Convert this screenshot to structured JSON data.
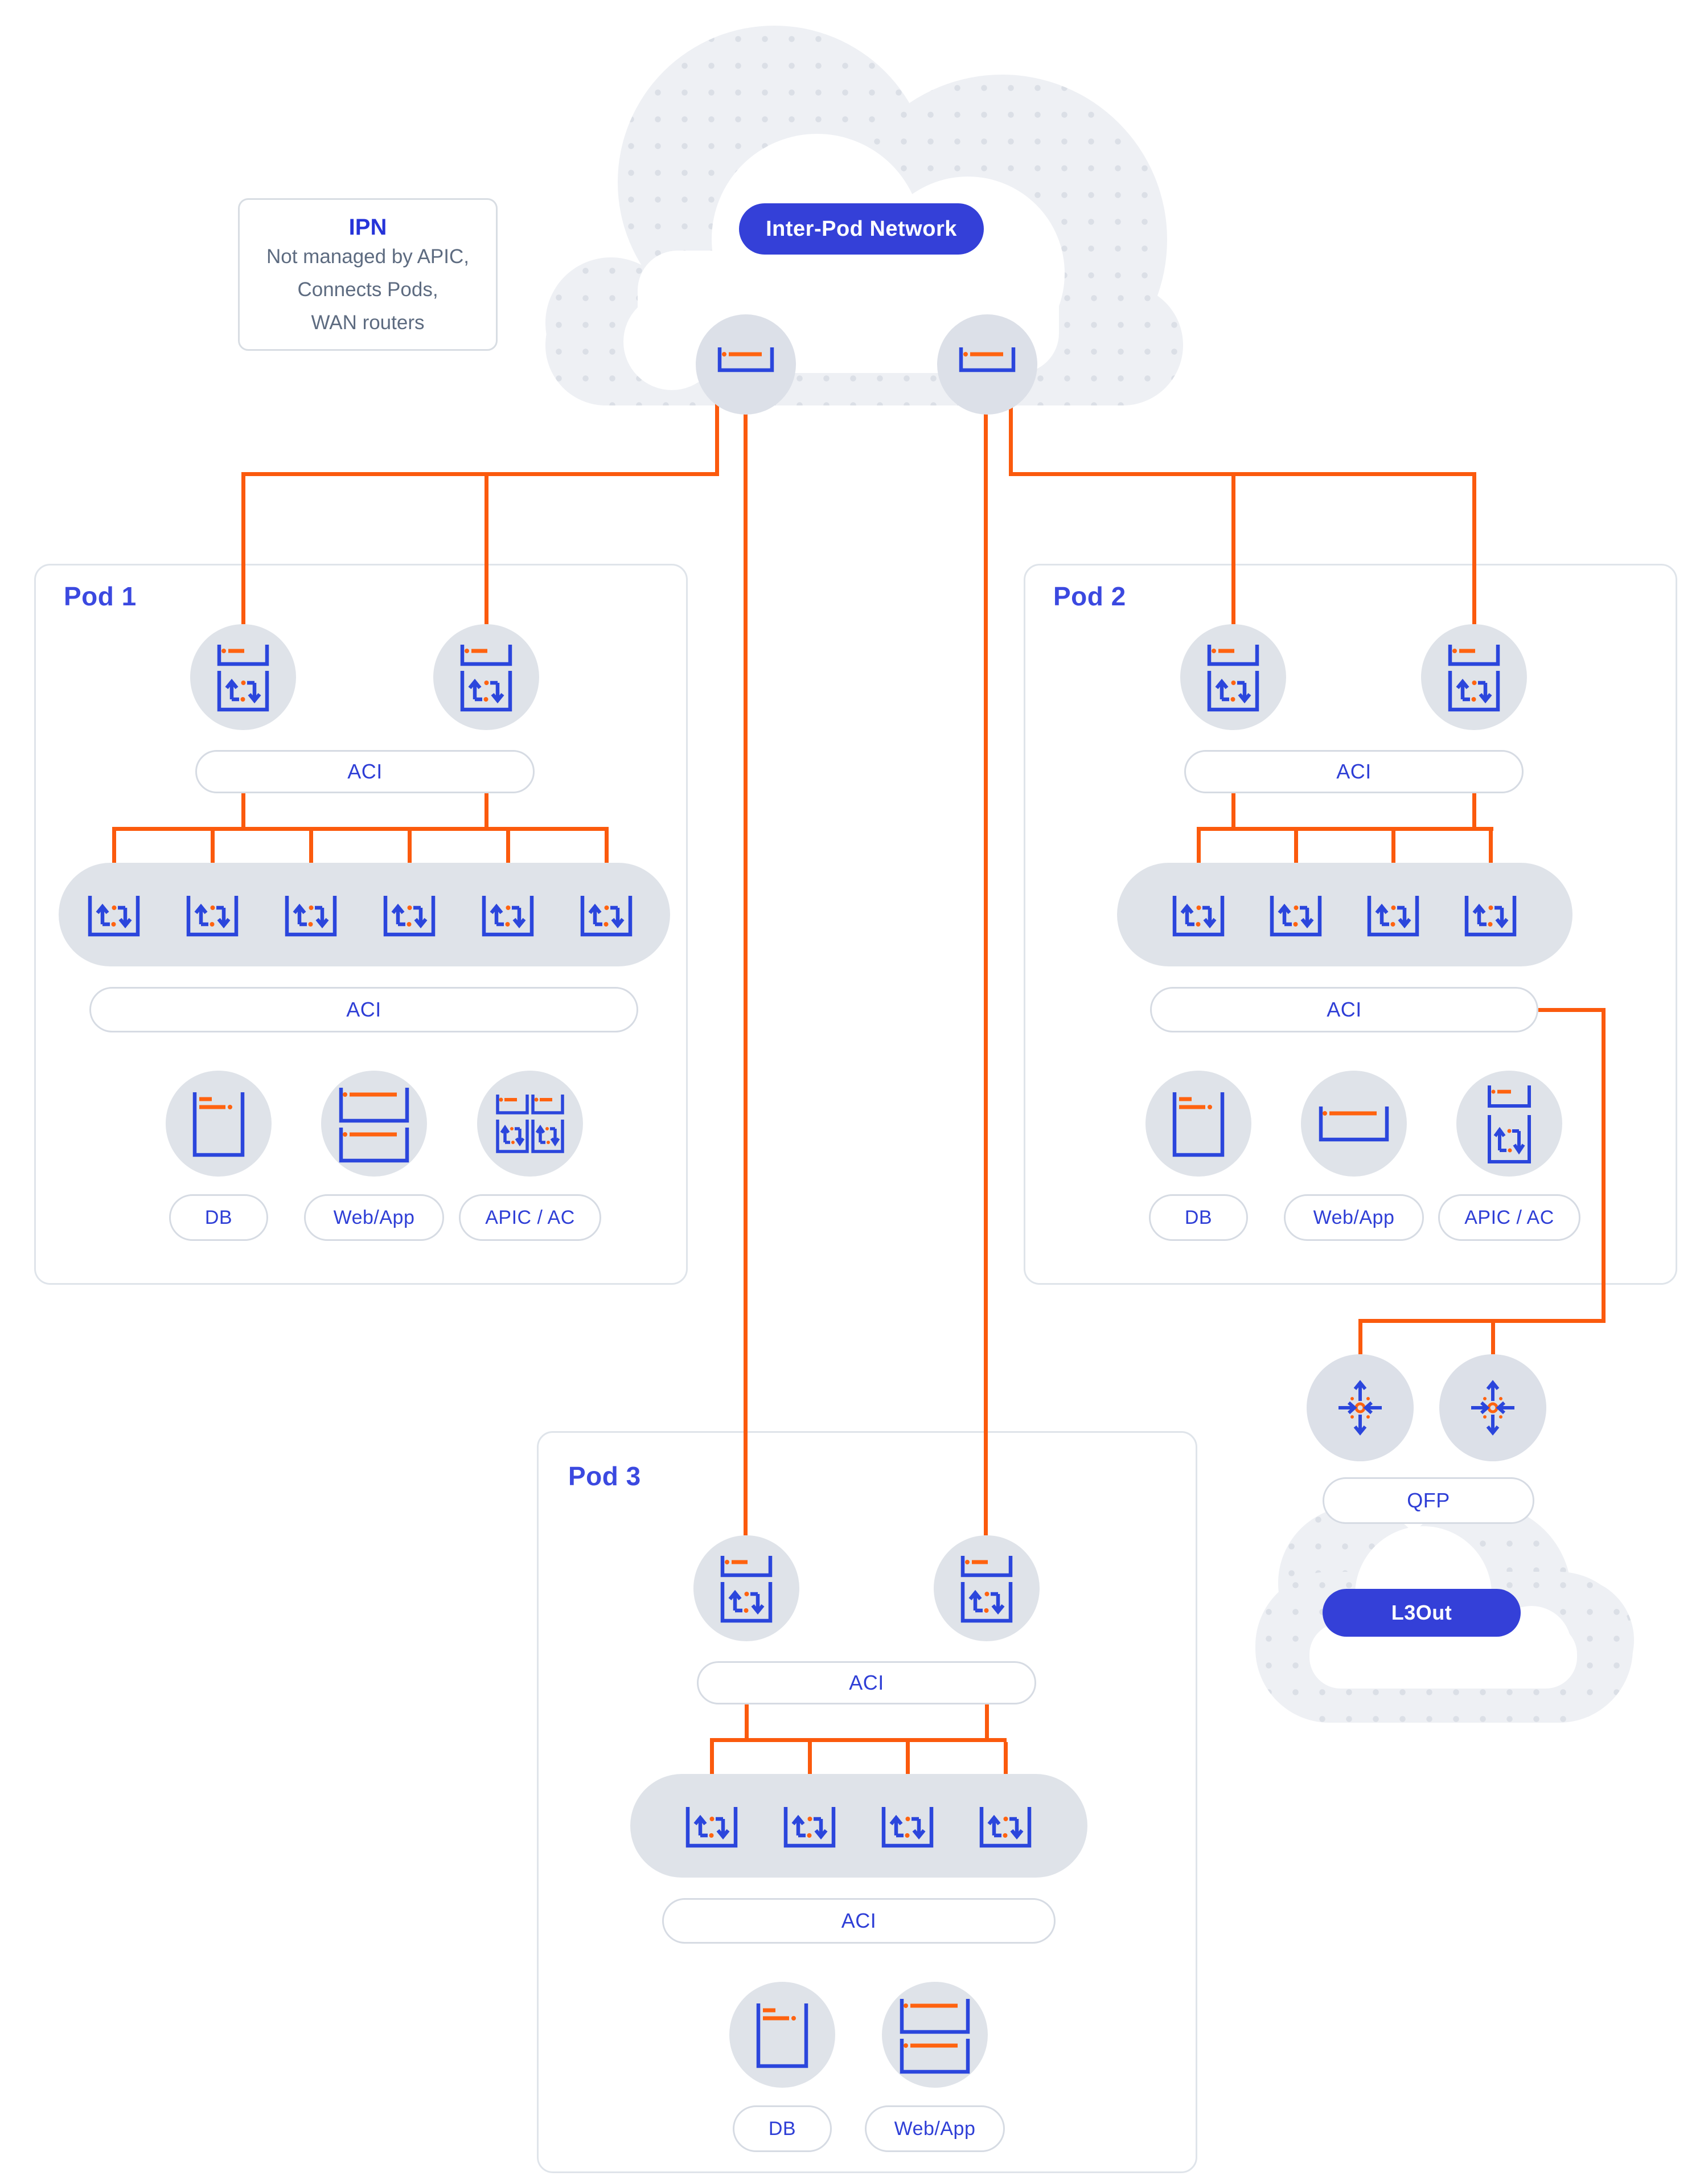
{
  "cloud": {
    "label": "Inter-Pod Network"
  },
  "ipn_note": {
    "title": "IPN",
    "lines": [
      "Not managed by APIC,",
      "Connects Pods,",
      "WAN routers"
    ]
  },
  "pods": [
    {
      "title": "Pod 1",
      "spine_fabric_label": "ACI",
      "leaf_fabric_label": "ACI",
      "spine_count": 2,
      "leaf_count": 6,
      "endpoints": [
        {
          "label": "DB"
        },
        {
          "label": "Web/App"
        },
        {
          "label": "APIC / AC"
        }
      ]
    },
    {
      "title": "Pod 2",
      "spine_fabric_label": "ACI",
      "leaf_fabric_label": "ACI",
      "spine_count": 2,
      "leaf_count": 4,
      "endpoints": [
        {
          "label": "DB"
        },
        {
          "label": "Web/App"
        },
        {
          "label": "APIC / AC"
        }
      ]
    },
    {
      "title": "Pod 3",
      "spine_fabric_label": "ACI",
      "leaf_fabric_label": "ACI",
      "spine_count": 2,
      "leaf_count": 4,
      "endpoints": [
        {
          "label": "DB"
        },
        {
          "label": "Web/App"
        }
      ]
    }
  ],
  "wan_edge": {
    "qfp_label": "QFP",
    "l3out_label": "L3Out"
  },
  "colors": {
    "accent_blue": "#3440d8",
    "text_blue": "#2e3ed6",
    "line_orange": "#fb5a0d",
    "icon_blue": "#2b46dc",
    "icon_orange": "#ff6310",
    "node_gray": "#dfe3e9",
    "cloud_gray": "#eef0f4"
  }
}
